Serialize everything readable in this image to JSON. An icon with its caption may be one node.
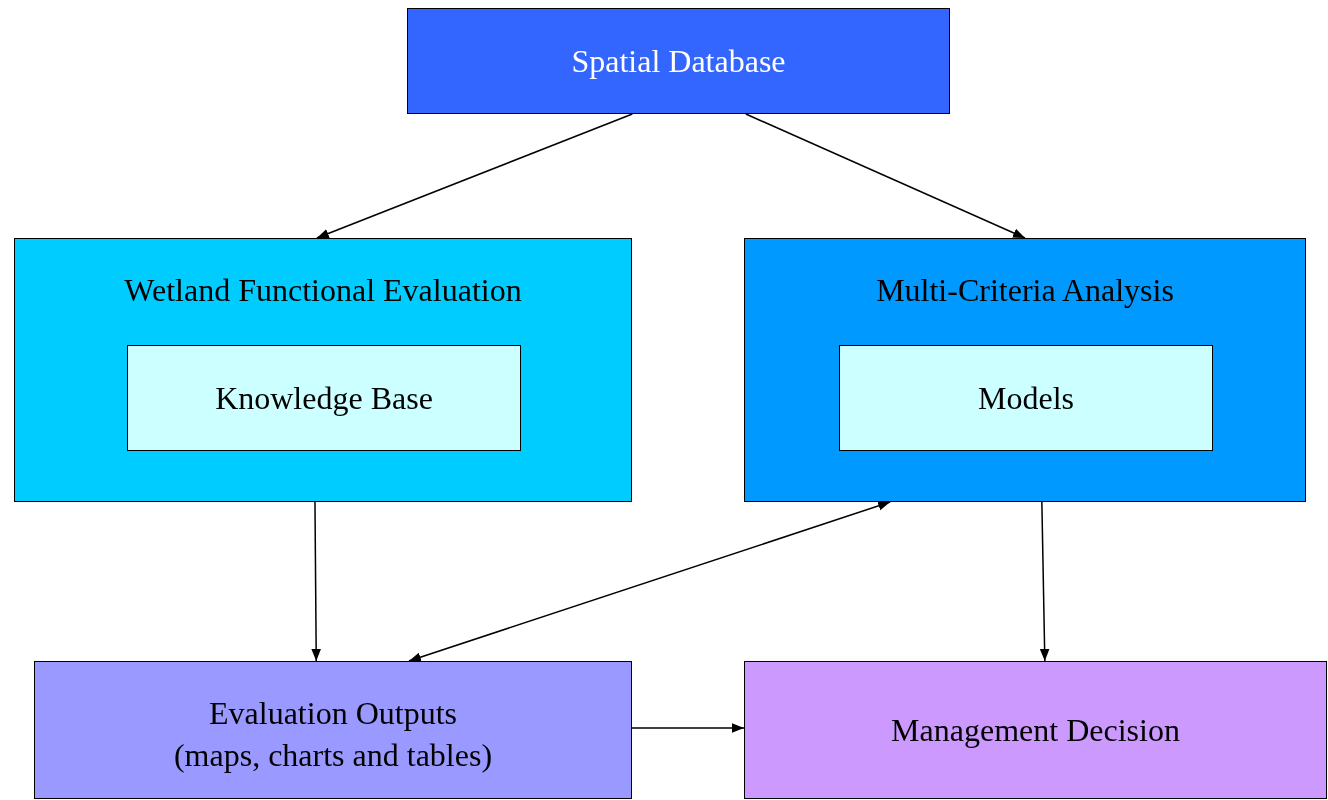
{
  "diagram": {
    "nodes": [
      {
        "text": [
          "Spatial Database"
        ]
      },
      {
        "text": [
          "Wetland Functional Evaluation"
        ]
      },
      {
        "text": [
          "Knowledge Base"
        ],
        "in": 1
      },
      {
        "text": [
          "Multi-Criteria Analysis"
        ]
      },
      {
        "text": [
          "Models"
        ],
        "in": 3
      },
      {
        "text": [
          "Evaluation Outputs",
          "(maps, charts and tables)"
        ]
      },
      {
        "text": [
          "Management Decision"
        ]
      }
    ],
    "edges": [
      {
        "from": 0,
        "to": 1,
        "arrow": "to"
      },
      {
        "from": 0,
        "to": 3,
        "arrow": "to"
      },
      {
        "from": 1,
        "to": 5,
        "arrow": "to"
      },
      {
        "from": 3,
        "to": 5,
        "arrow": "both"
      },
      {
        "from": 3,
        "to": 6,
        "arrow": "to"
      },
      {
        "from": 5,
        "to": 6,
        "arrow": "to"
      }
    ]
  }
}
